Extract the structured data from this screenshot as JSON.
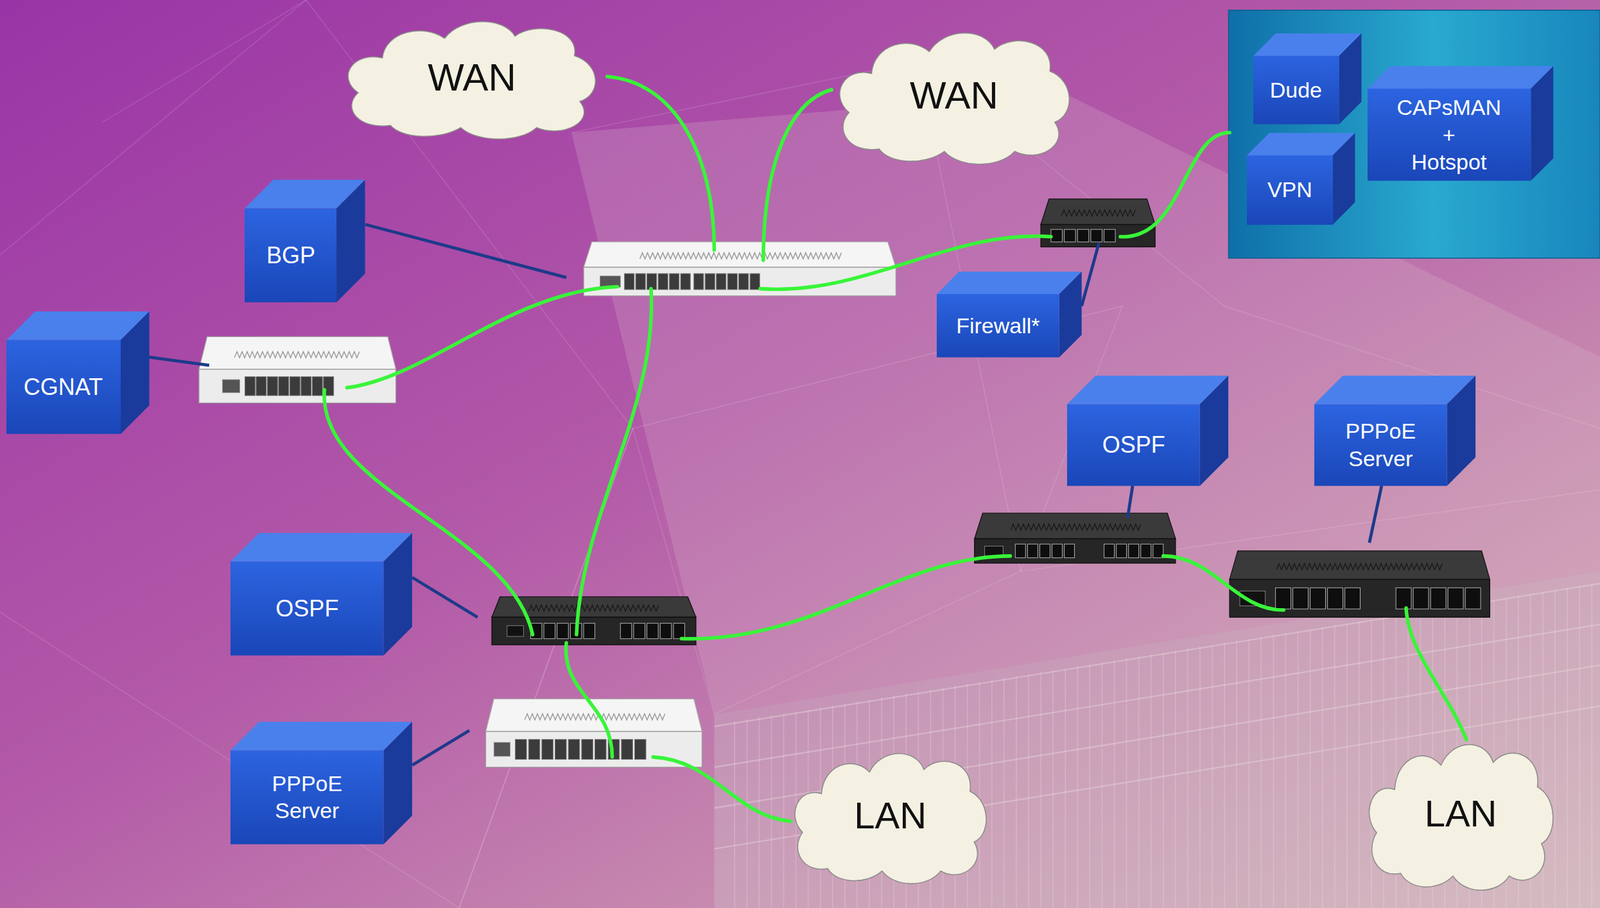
{
  "diagram": {
    "nodes": [
      {
        "text": [
          "WAN"
        ]
      },
      {
        "text": [
          "WAN"
        ]
      },
      {
        "text": [
          "Dude"
        ]
      },
      {
        "text": [
          "CAPsMAN + Hotspot"
        ]
      },
      {
        "text": [
          "VPN"
        ]
      },
      {
        "text": [
          "BGP"
        ]
      },
      {
        "text": [
          "Firewall*"
        ]
      },
      {
        "text": [
          "CGNAT"
        ]
      },
      {
        "text": [
          "OSPF"
        ]
      },
      {
        "text": [
          "PPPoE Server"
        ]
      },
      {
        "text": [
          "OSPF"
        ]
      },
      {
        "text": [
          "PPPoE Server"
        ]
      },
      {
        "text": [
          "LAN"
        ]
      },
      {
        "text": [
          "LAN"
        ]
      }
    ]
  }
}
